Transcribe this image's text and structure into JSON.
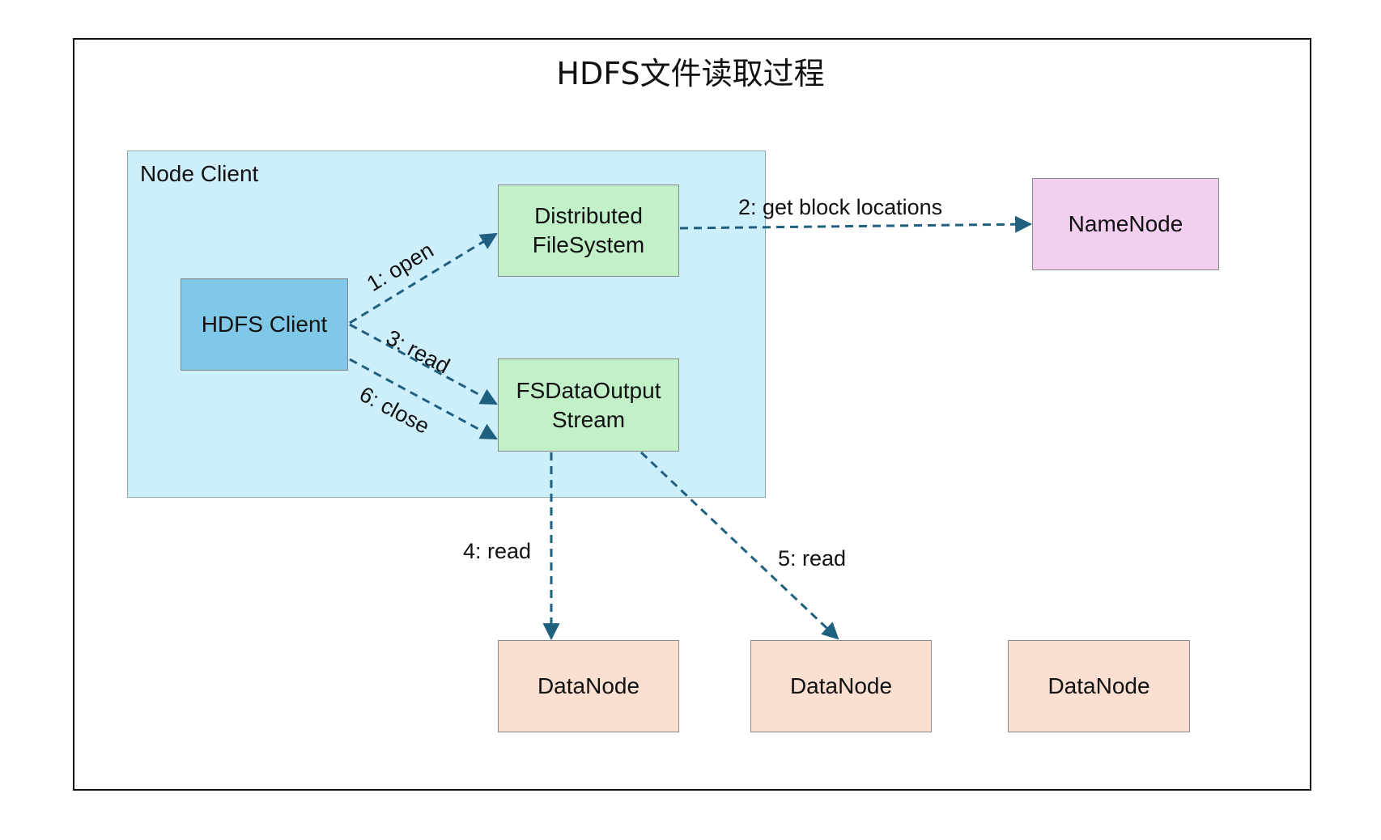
{
  "title": "HDFS文件读取过程",
  "group": {
    "label": "Node Client"
  },
  "nodes": {
    "hdfs_client": "HDFS Client",
    "distributed_fs": "Distributed\nFileSystem",
    "fs_data_stream": "FSDataOutput\nStream",
    "namenode": "NameNode",
    "datanode_1": "DataNode",
    "datanode_2": "DataNode",
    "datanode_3": "DataNode"
  },
  "edges": {
    "open": "1: open",
    "get_block_locations": "2: get block locations",
    "read_stream": "3: read",
    "read_dn1": "4: read",
    "read_dn2": "5: read",
    "close": "6: close"
  },
  "colors": {
    "client_fill": "#80c8e8",
    "component_fill": "#c2f0c8",
    "namenode_fill": "#f2cfee",
    "datanode_fill": "#fbe0d2",
    "group_fill": "#cdeefb",
    "edge_color": "#1f5f7f"
  }
}
